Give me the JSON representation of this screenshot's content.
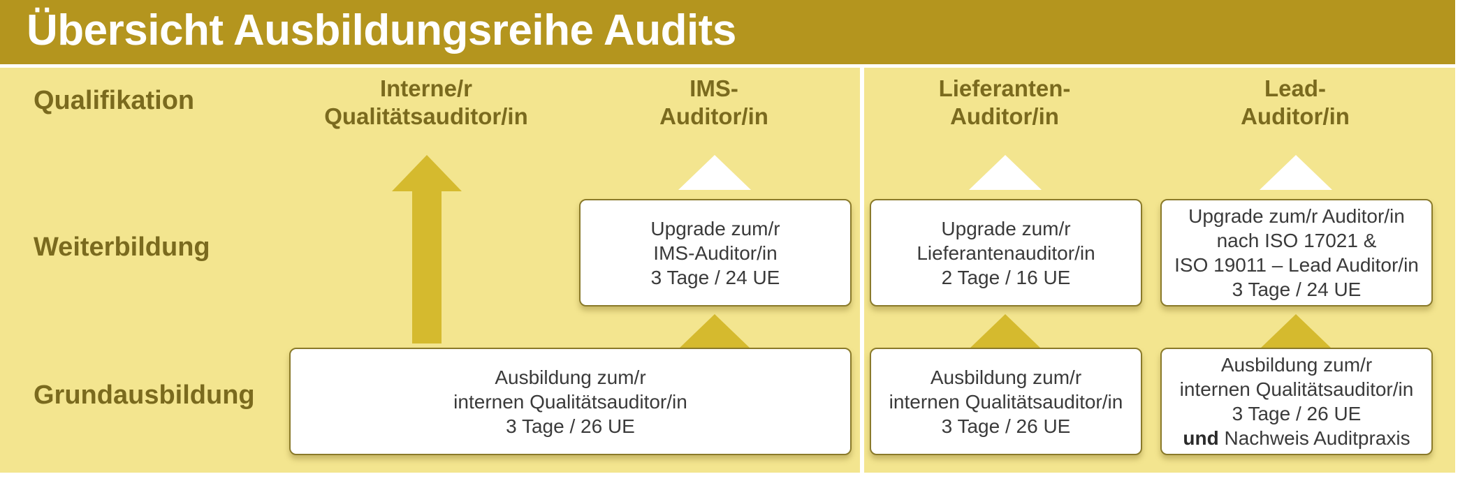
{
  "header": {
    "title": "Übersicht Ausbildungsreihe Audits"
  },
  "rows": {
    "qualification": "Qualifikation",
    "further_training": "Weiterbildung",
    "basic_training": "Grundausbildung"
  },
  "columns": {
    "internal": [
      "Interne/r",
      "Qualitätsauditor/in"
    ],
    "ims": [
      "IMS-",
      "Auditor/in"
    ],
    "supplier": [
      "Lieferanten-",
      "Auditor/in"
    ],
    "lead": [
      "Lead-",
      "Auditor/in"
    ]
  },
  "boxes": {
    "ims_upgrade": [
      "Upgrade zum/r",
      "IMS-Auditor/in",
      "3 Tage / 24 UE"
    ],
    "supplier_upgrade": [
      "Upgrade zum/r",
      "Lieferantenauditor/in",
      "2 Tage / 16 UE"
    ],
    "lead_upgrade": [
      "Upgrade zum/r Auditor/in",
      "nach ISO 17021 &",
      "ISO 19011 – Lead Auditor/in",
      "3 Tage / 24 UE"
    ],
    "basic_left": [
      "Ausbildung zum/r",
      "internen Qualitätsauditor/in",
      "3 Tage / 26 UE"
    ],
    "basic_supplier": [
      "Ausbildung zum/r",
      "internen Qualitätsauditor/in",
      "3 Tage / 26 UE"
    ],
    "basic_lead": [
      "Ausbildung zum/r",
      "internen Qualitätsauditor/in",
      "3 Tage / 26 UE"
    ],
    "basic_lead_extra_bold": "und",
    "basic_lead_extra_rest": " Nachweis Auditpraxis"
  },
  "colors": {
    "header": "#b4951e",
    "panel": "#f3e58f",
    "label": "#7a6a1e",
    "arrow": "#d5ba2e"
  }
}
